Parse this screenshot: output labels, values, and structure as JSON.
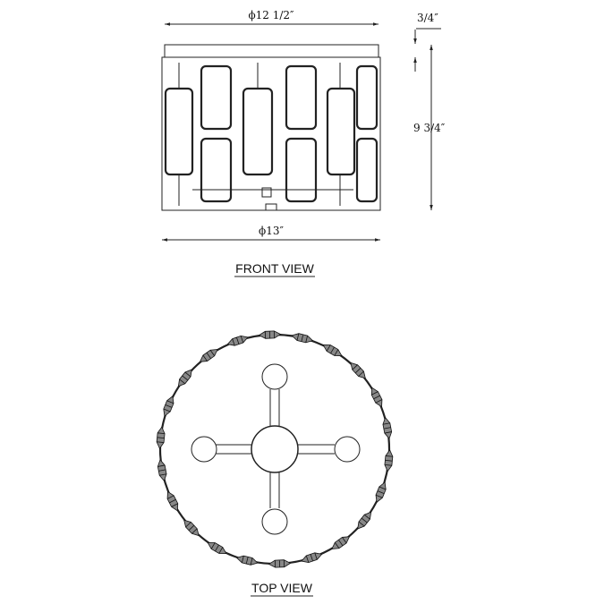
{
  "front_view": {
    "top_width": "ϕ12 1/2″",
    "canopy_height": "3/4″",
    "height": "9 3/4″",
    "bottom_width": "ϕ13″",
    "label": "FRONT VIEW"
  },
  "top_view": {
    "label": "TOP VIEW",
    "crystal_count": 22,
    "arm_count": 4
  }
}
